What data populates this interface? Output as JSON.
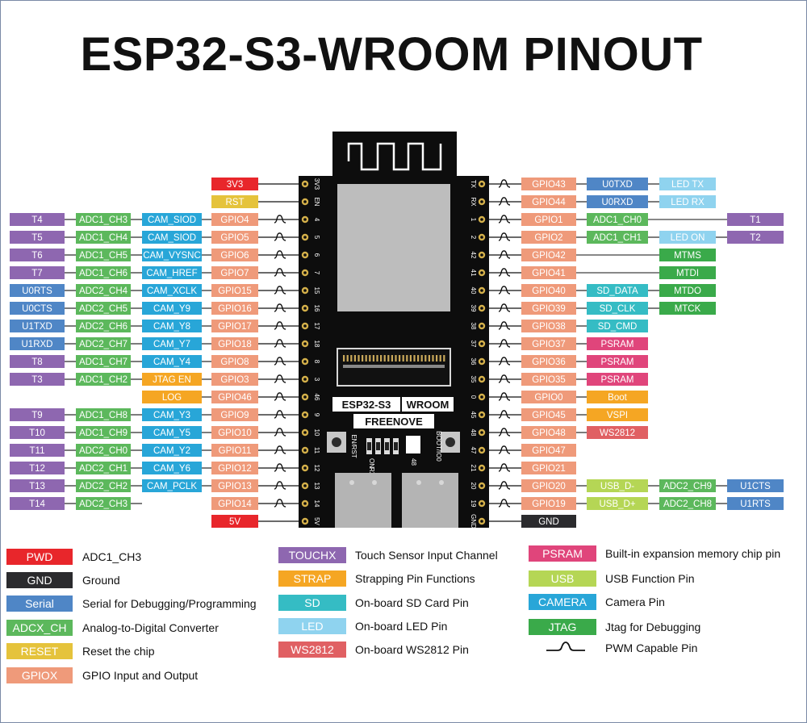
{
  "title": "ESP32-S3-WROOM PINOUT",
  "colors": {
    "pwr": "#e8262b",
    "gnd": "#2b2b2e",
    "serial": "#4f86c6",
    "adc": "#5cb85c",
    "reset": "#e5c33b",
    "gpio": "#ef9a7a",
    "touch": "#8e67b0",
    "strap": "#f5a623",
    "sd": "#35bcc4",
    "led": "#8fd3ef",
    "ws2812": "#e06063",
    "psram": "#e0457b",
    "usb": "#b5d655",
    "camera": "#28a6d8",
    "jtag": "#3aaa4a"
  },
  "board": {
    "label_chip": "ESP32-S3",
    "label_module": "WROOM",
    "brand": "FREENOVE",
    "btn_left": "EN/RST",
    "btn_right": "BOOT/IO0",
    "leds": [
      "ON",
      "RX",
      "TX",
      "IO2"
    ],
    "led_pin": "48",
    "left_silk": [
      "3V3",
      "EN",
      "4",
      "5",
      "6",
      "7",
      "15",
      "16",
      "17",
      "18",
      "8",
      "3",
      "46",
      "9",
      "10",
      "11",
      "12",
      "13",
      "14",
      "5V"
    ],
    "right_silk": [
      "TX",
      "RX",
      "1",
      "2",
      "42",
      "41",
      "40",
      "39",
      "38",
      "37",
      "36",
      "35",
      "0",
      "45",
      "48",
      "47",
      "21",
      "20",
      "19",
      "GND"
    ]
  },
  "left_rows": [
    {
      "gpio": "3V3",
      "gpio_color": "pwr",
      "tags": []
    },
    {
      "gpio": "RST",
      "gpio_color": "reset",
      "tags": []
    },
    {
      "gpio": "GPIO4",
      "gpio_color": "gpio",
      "tags": [
        {
          "t": "T4",
          "c": "touch"
        },
        {
          "t": "ADC1_CH3",
          "c": "adc"
        },
        {
          "t": "CAM_SIOD",
          "c": "camera"
        }
      ]
    },
    {
      "gpio": "GPIO5",
      "gpio_color": "gpio",
      "tags": [
        {
          "t": "T5",
          "c": "touch"
        },
        {
          "t": "ADC1_CH4",
          "c": "adc"
        },
        {
          "t": "CAM_SIOD",
          "c": "camera"
        }
      ]
    },
    {
      "gpio": "GPIO6",
      "gpio_color": "gpio",
      "tags": [
        {
          "t": "T6",
          "c": "touch"
        },
        {
          "t": "ADC1_CH5",
          "c": "adc"
        },
        {
          "t": "CAM_VYSNC",
          "c": "camera"
        }
      ]
    },
    {
      "gpio": "GPIO7",
      "gpio_color": "gpio",
      "tags": [
        {
          "t": "T7",
          "c": "touch"
        },
        {
          "t": "ADC1_CH6",
          "c": "adc"
        },
        {
          "t": "CAM_HREF",
          "c": "camera"
        }
      ]
    },
    {
      "gpio": "GPIO15",
      "gpio_color": "gpio",
      "tags": [
        {
          "t": "U0RTS",
          "c": "serial"
        },
        {
          "t": "ADC2_CH4",
          "c": "adc"
        },
        {
          "t": "CAM_XCLK",
          "c": "camera"
        }
      ]
    },
    {
      "gpio": "GPIO16",
      "gpio_color": "gpio",
      "tags": [
        {
          "t": "U0CTS",
          "c": "serial"
        },
        {
          "t": "ADC2_CH5",
          "c": "adc"
        },
        {
          "t": "CAM_Y9",
          "c": "camera"
        }
      ]
    },
    {
      "gpio": "GPIO17",
      "gpio_color": "gpio",
      "tags": [
        {
          "t": "U1TXD",
          "c": "serial"
        },
        {
          "t": "ADC2_CH6",
          "c": "adc"
        },
        {
          "t": "CAM_Y8",
          "c": "camera"
        }
      ]
    },
    {
      "gpio": "GPIO18",
      "gpio_color": "gpio",
      "tags": [
        {
          "t": "U1RXD",
          "c": "serial"
        },
        {
          "t": "ADC2_CH7",
          "c": "adc"
        },
        {
          "t": "CAM_Y7",
          "c": "camera"
        }
      ]
    },
    {
      "gpio": "GPIO8",
      "gpio_color": "gpio",
      "tags": [
        {
          "t": "T8",
          "c": "touch"
        },
        {
          "t": "ADC1_CH7",
          "c": "adc"
        },
        {
          "t": "CAM_Y4",
          "c": "camera"
        }
      ]
    },
    {
      "gpio": "GPIO3",
      "gpio_color": "gpio",
      "tags": [
        {
          "t": "T3",
          "c": "touch"
        },
        {
          "t": "ADC1_CH2",
          "c": "adc"
        },
        {
          "t": "JTAG EN",
          "c": "strap"
        }
      ]
    },
    {
      "gpio": "GPIO46",
      "gpio_color": "gpio",
      "tags": [
        null,
        null,
        {
          "t": "LOG",
          "c": "strap"
        }
      ]
    },
    {
      "gpio": "GPIO9",
      "gpio_color": "gpio",
      "tags": [
        {
          "t": "T9",
          "c": "touch"
        },
        {
          "t": "ADC1_CH8",
          "c": "adc"
        },
        {
          "t": "CAM_Y3",
          "c": "camera"
        }
      ]
    },
    {
      "gpio": "GPIO10",
      "gpio_color": "gpio",
      "tags": [
        {
          "t": "T10",
          "c": "touch"
        },
        {
          "t": "ADC1_CH9",
          "c": "adc"
        },
        {
          "t": "CAM_Y5",
          "c": "camera"
        }
      ]
    },
    {
      "gpio": "GPIO11",
      "gpio_color": "gpio",
      "tags": [
        {
          "t": "T11",
          "c": "touch"
        },
        {
          "t": "ADC2_CH0",
          "c": "adc"
        },
        {
          "t": "CAM_Y2",
          "c": "camera"
        }
      ]
    },
    {
      "gpio": "GPIO12",
      "gpio_color": "gpio",
      "tags": [
        {
          "t": "T12",
          "c": "touch"
        },
        {
          "t": "ADC2_CH1",
          "c": "adc"
        },
        {
          "t": "CAM_Y6",
          "c": "camera"
        }
      ]
    },
    {
      "gpio": "GPIO13",
      "gpio_color": "gpio",
      "tags": [
        {
          "t": "T13",
          "c": "touch"
        },
        {
          "t": "ADC2_CH2",
          "c": "adc"
        },
        {
          "t": "CAM_PCLK",
          "c": "camera"
        }
      ]
    },
    {
      "gpio": "GPIO14",
      "gpio_color": "gpio",
      "tags": [
        {
          "t": "T14",
          "c": "touch"
        },
        {
          "t": "ADC2_CH3",
          "c": "adc"
        },
        null
      ]
    },
    {
      "gpio": "5V",
      "gpio_color": "pwr",
      "tags": []
    }
  ],
  "right_rows": [
    {
      "gpio": "GPIO43",
      "gpio_color": "gpio",
      "tags": [
        {
          "t": "U0TXD",
          "c": "serial",
          "col": 0
        },
        {
          "t": "LED TX",
          "c": "led",
          "col": 1
        }
      ]
    },
    {
      "gpio": "GPIO44",
      "gpio_color": "gpio",
      "tags": [
        {
          "t": "U0RXD",
          "c": "serial",
          "col": 0
        },
        {
          "t": "LED RX",
          "c": "led",
          "col": 1
        }
      ]
    },
    {
      "gpio": "GPIO1",
      "gpio_color": "gpio",
      "tags": [
        {
          "t": "ADC1_CH0",
          "c": "adc",
          "col": 0
        },
        {
          "t": "T1",
          "c": "touch",
          "col": 2
        }
      ]
    },
    {
      "gpio": "GPIO2",
      "gpio_color": "gpio",
      "tags": [
        {
          "t": "ADC1_CH1",
          "c": "adc",
          "col": 0
        },
        {
          "t": "LED ON",
          "c": "led",
          "col": 1
        },
        {
          "t": "T2",
          "c": "touch",
          "col": 2
        }
      ]
    },
    {
      "gpio": "GPIO42",
      "gpio_color": "gpio",
      "tags": [
        {
          "t": "MTMS",
          "c": "jtag",
          "col": 1
        }
      ]
    },
    {
      "gpio": "GPIO41",
      "gpio_color": "gpio",
      "tags": [
        {
          "t": "MTDI",
          "c": "jtag",
          "col": 1
        }
      ]
    },
    {
      "gpio": "GPIO40",
      "gpio_color": "gpio",
      "tags": [
        {
          "t": "SD_DATA",
          "c": "sd",
          "col": 0
        },
        {
          "t": "MTDO",
          "c": "jtag",
          "col": 1
        }
      ]
    },
    {
      "gpio": "GPIO39",
      "gpio_color": "gpio",
      "tags": [
        {
          "t": "SD_CLK",
          "c": "sd",
          "col": 0
        },
        {
          "t": "MTCK",
          "c": "jtag",
          "col": 1
        }
      ]
    },
    {
      "gpio": "GPIO38",
      "gpio_color": "gpio",
      "tags": [
        {
          "t": "SD_CMD",
          "c": "sd",
          "col": 0
        }
      ]
    },
    {
      "gpio": "GPIO37",
      "gpio_color": "gpio",
      "tags": [
        {
          "t": "PSRAM",
          "c": "psram",
          "col": 0
        }
      ]
    },
    {
      "gpio": "GPIO36",
      "gpio_color": "gpio",
      "tags": [
        {
          "t": "PSRAM",
          "c": "psram",
          "col": 0
        }
      ]
    },
    {
      "gpio": "GPIO35",
      "gpio_color": "gpio",
      "tags": [
        {
          "t": "PSRAM",
          "c": "psram",
          "col": 0
        }
      ]
    },
    {
      "gpio": "GPIO0",
      "gpio_color": "gpio",
      "tags": [
        {
          "t": "Boot",
          "c": "strap",
          "col": 0
        }
      ]
    },
    {
      "gpio": "GPIO45",
      "gpio_color": "gpio",
      "tags": [
        {
          "t": "VSPI",
          "c": "strap",
          "col": 0
        }
      ]
    },
    {
      "gpio": "GPIO48",
      "gpio_color": "gpio",
      "tags": [
        {
          "t": "WS2812",
          "c": "ws2812",
          "col": 0
        }
      ]
    },
    {
      "gpio": "GPIO47",
      "gpio_color": "gpio",
      "tags": []
    },
    {
      "gpio": "GPIO21",
      "gpio_color": "gpio",
      "tags": []
    },
    {
      "gpio": "GPIO20",
      "gpio_color": "gpio",
      "tags": [
        {
          "t": "USB_D-",
          "c": "usb",
          "col": 0
        },
        {
          "t": "ADC2_CH9",
          "c": "adc",
          "col": 1
        },
        {
          "t": "U1CTS",
          "c": "serial",
          "col": 2
        }
      ]
    },
    {
      "gpio": "GPIO19",
      "gpio_color": "gpio",
      "tags": [
        {
          "t": "USB_D+",
          "c": "usb",
          "col": 0
        },
        {
          "t": "ADC2_CH8",
          "c": "adc",
          "col": 1
        },
        {
          "t": "U1RTS",
          "c": "serial",
          "col": 2
        }
      ]
    },
    {
      "gpio": "GND",
      "gpio_color": "gnd",
      "tags": []
    }
  ],
  "legend": [
    [
      {
        "swatch": "PWD",
        "c": "pwr",
        "label": "ADC1_CH3"
      },
      {
        "swatch": "GND",
        "c": "gnd",
        "label": "Ground"
      },
      {
        "swatch": "Serial",
        "c": "serial",
        "label": "Serial for Debugging/Programming"
      },
      {
        "swatch": "ADCX_CH",
        "c": "adc",
        "label": "Analog-to-Digital Converter"
      },
      {
        "swatch": "RESET",
        "c": "reset",
        "label": "Reset the chip"
      },
      {
        "swatch": "GPIOX",
        "c": "gpio",
        "label": "GPIO Input and Output"
      }
    ],
    [
      {
        "swatch": "TOUCHX",
        "c": "touch",
        "label": "Touch Sensor Input Channel"
      },
      {
        "swatch": "STRAP",
        "c": "strap",
        "label": "Strapping Pin Functions"
      },
      {
        "swatch": "SD",
        "c": "sd",
        "label": "On-board SD Card Pin"
      },
      {
        "swatch": "LED",
        "c": "led",
        "label": "On-board LED Pin"
      },
      {
        "swatch": "WS2812",
        "c": "ws2812",
        "label": "On-board WS2812 Pin"
      }
    ],
    [
      {
        "swatch": "PSRAM",
        "c": "psram",
        "label": "Built-in expansion memory chip pin"
      },
      {
        "swatch": "USB",
        "c": "usb",
        "label": "USB Function Pin"
      },
      {
        "swatch": "CAMERA",
        "c": "camera",
        "label": "Camera Pin"
      },
      {
        "swatch": "JTAG",
        "c": "jtag",
        "label": "Jtag for Debugging"
      },
      {
        "swatch": null,
        "c": null,
        "label": "PWM Capable Pin"
      }
    ]
  ]
}
